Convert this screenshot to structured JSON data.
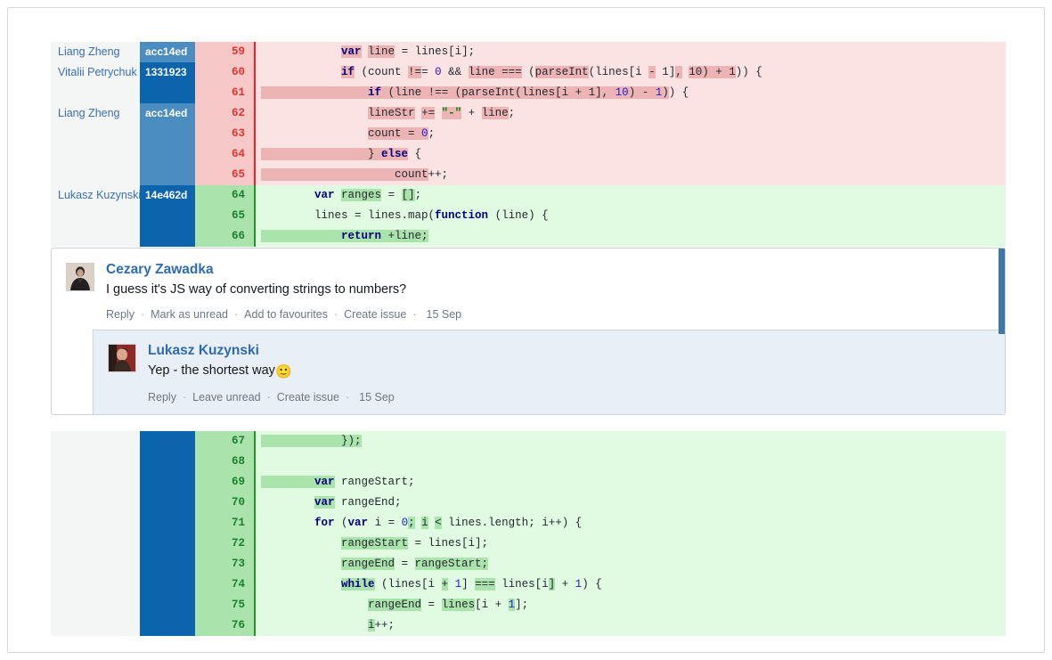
{
  "diff": {
    "top_block": {
      "rows": [
        {
          "kind": "del",
          "author": "Liang Zheng",
          "hash": "acc14ed",
          "hash_style": "alt",
          "num": "59",
          "code_parts": [
            {
              "t": "            ",
              "c": ""
            },
            {
              "t": "var",
              "c": "kw wd"
            },
            {
              "t": " ",
              "c": ""
            },
            {
              "t": "line",
              "c": "wd"
            },
            {
              "t": " = lines[i];",
              "c": ""
            }
          ]
        },
        {
          "kind": "del",
          "author": "Vitalii Petrychuk",
          "hash": "1331923",
          "hash_style": "main",
          "num": "60",
          "code_parts": [
            {
              "t": "            ",
              "c": ""
            },
            {
              "t": "if",
              "c": "kw wd"
            },
            {
              "t": " (count ",
              "c": ""
            },
            {
              "t": "!=",
              "c": "wd"
            },
            {
              "t": "= ",
              "c": ""
            },
            {
              "t": "0",
              "c": "num"
            },
            {
              "t": " && ",
              "c": ""
            },
            {
              "t": "line ",
              "c": "wd"
            },
            {
              "t": "===",
              "c": "wd"
            },
            {
              "t": " (",
              "c": ""
            },
            {
              "t": "parseInt",
              "c": "wd"
            },
            {
              "t": "(lines[i ",
              "c": ""
            },
            {
              "t": "-",
              "c": "wd"
            },
            {
              "t": " 1]",
              "c": ""
            },
            {
              "t": ",",
              "c": "wd"
            },
            {
              "t": " ",
              "c": ""
            },
            {
              "t": "10) + 1",
              "c": "wd"
            },
            {
              "t": ")) {",
              "c": ""
            }
          ]
        },
        {
          "kind": "del",
          "author": "",
          "hash": "",
          "hash_style": "main",
          "num": "61",
          "code_parts": [
            {
              "t": "    ",
              "c": "wd"
            },
            {
              "t": "            ",
              "c": "wd"
            },
            {
              "t": "if",
              "c": "kw wd"
            },
            {
              "t": " ",
              "c": "wd"
            },
            {
              "t": "(line ",
              "c": "wd"
            },
            {
              "t": "!==",
              "c": "wd"
            },
            {
              "t": " ",
              "c": "wd"
            },
            {
              "t": "(parseInt",
              "c": "wd"
            },
            {
              "t": "(lines[i ",
              "c": "wd"
            },
            {
              "t": "+",
              "c": "wd"
            },
            {
              "t": " 1], ",
              "c": "wd"
            },
            {
              "t": "10",
              "c": "num wd"
            },
            {
              "t": ") ",
              "c": "wd"
            },
            {
              "t": "-",
              "c": "wd"
            },
            {
              "t": " ",
              "c": "wd"
            },
            {
              "t": "1",
              "c": "num wd"
            },
            {
              "t": ")",
              "c": "wd"
            },
            {
              "t": ") {",
              "c": ""
            }
          ]
        },
        {
          "kind": "del",
          "author": "Liang Zheng",
          "hash": "acc14ed",
          "hash_style": "alt",
          "num": "62",
          "code_parts": [
            {
              "t": "                ",
              "c": ""
            },
            {
              "t": "lineStr",
              "c": "wd"
            },
            {
              "t": " ",
              "c": ""
            },
            {
              "t": "+=",
              "c": "wd"
            },
            {
              "t": " ",
              "c": ""
            },
            {
              "t": "\"-\"",
              "c": "str wd"
            },
            {
              "t": " + ",
              "c": ""
            },
            {
              "t": "line",
              "c": "wd"
            },
            {
              "t": ";",
              "c": ""
            }
          ]
        },
        {
          "kind": "del",
          "author": "",
          "hash": "",
          "hash_style": "alt",
          "num": "63",
          "code_parts": [
            {
              "t": "                ",
              "c": ""
            },
            {
              "t": "count = ",
              "c": "wd"
            },
            {
              "t": "0",
              "c": "num wd"
            },
            {
              "t": ";",
              "c": ""
            }
          ]
        },
        {
          "kind": "del",
          "author": "",
          "hash": "",
          "hash_style": "alt",
          "num": "64",
          "code_parts": [
            {
              "t": "            ",
              "c": "wd"
            },
            {
              "t": "    } ",
              "c": "wd"
            },
            {
              "t": "else",
              "c": "kw wd"
            },
            {
              "t": " {",
              "c": ""
            }
          ]
        },
        {
          "kind": "del",
          "author": "",
          "hash": "",
          "hash_style": "alt",
          "num": "65",
          "code_parts": [
            {
              "t": "                ",
              "c": "wd"
            },
            {
              "t": "    count",
              "c": "wd"
            },
            {
              "t": "++;",
              "c": ""
            }
          ]
        },
        {
          "kind": "add",
          "author": "Lukasz Kuzynski",
          "hash": "14e462d",
          "hash_style": "main",
          "num": "64",
          "code_parts": [
            {
              "t": "        ",
              "c": ""
            },
            {
              "t": "var",
              "c": "kw"
            },
            {
              "t": " ",
              "c": ""
            },
            {
              "t": "ranges",
              "c": "wa"
            },
            {
              "t": " = ",
              "c": ""
            },
            {
              "t": "[]",
              "c": "wa"
            },
            {
              "t": ";",
              "c": ""
            }
          ]
        },
        {
          "kind": "add",
          "author": "",
          "hash": "",
          "hash_style": "main",
          "num": "65",
          "code_parts": [
            {
              "t": "        ",
              "c": ""
            },
            {
              "t": "lines = lines.map(",
              "c": ""
            },
            {
              "t": "function",
              "c": "kw"
            },
            {
              "t": " (line) {",
              "c": ""
            }
          ]
        },
        {
          "kind": "add",
          "author": "",
          "hash": "",
          "hash_style": "main",
          "num": "66",
          "code_parts": [
            {
              "t": "            ",
              "c": "wa"
            },
            {
              "t": "return",
              "c": "kw wa"
            },
            {
              "t": " ",
              "c": "wa"
            },
            {
              "t": "+line;",
              "c": "wa"
            }
          ]
        }
      ]
    },
    "bottom_block": {
      "rows": [
        {
          "kind": "add",
          "author": "",
          "hash": "",
          "hash_style": "main",
          "num": "67",
          "code_parts": [
            {
              "t": "            ",
              "c": "wa"
            },
            {
              "t": "});",
              "c": "wa"
            }
          ]
        },
        {
          "kind": "add",
          "author": "",
          "hash": "",
          "hash_style": "main",
          "num": "68",
          "code_parts": [
            {
              "t": "",
              "c": ""
            }
          ]
        },
        {
          "kind": "add",
          "author": "",
          "hash": "",
          "hash_style": "main",
          "num": "69",
          "code_parts": [
            {
              "t": "        ",
              "c": "wa"
            },
            {
              "t": "var",
              "c": "kw wa"
            },
            {
              "t": " ",
              "c": ""
            },
            {
              "t": "rangeStart;",
              "c": ""
            }
          ]
        },
        {
          "kind": "add",
          "author": "",
          "hash": "",
          "hash_style": "main",
          "num": "70",
          "code_parts": [
            {
              "t": "        ",
              "c": ""
            },
            {
              "t": "var",
              "c": "kw wa"
            },
            {
              "t": " ",
              "c": ""
            },
            {
              "t": "rangeEnd;",
              "c": ""
            }
          ]
        },
        {
          "kind": "add",
          "author": "",
          "hash": "",
          "hash_style": "main",
          "num": "71",
          "code_parts": [
            {
              "t": "        ",
              "c": ""
            },
            {
              "t": "for",
              "c": "kw"
            },
            {
              "t": " (",
              "c": ""
            },
            {
              "t": "var",
              "c": "kw"
            },
            {
              "t": " i = ",
              "c": ""
            },
            {
              "t": "0",
              "c": "num"
            },
            {
              "t": ";",
              "c": "wa"
            },
            {
              "t": " ",
              "c": ""
            },
            {
              "t": "i",
              "c": "wa"
            },
            {
              "t": " ",
              "c": ""
            },
            {
              "t": "<",
              "c": "wa"
            },
            {
              "t": " lines.length; i++) {",
              "c": ""
            }
          ]
        },
        {
          "kind": "add",
          "author": "",
          "hash": "",
          "hash_style": "main",
          "num": "72",
          "code_parts": [
            {
              "t": "            ",
              "c": ""
            },
            {
              "t": "rangeStart",
              "c": "wa"
            },
            {
              "t": " = lines[i];",
              "c": ""
            }
          ]
        },
        {
          "kind": "add",
          "author": "",
          "hash": "",
          "hash_style": "main",
          "num": "73",
          "code_parts": [
            {
              "t": "            ",
              "c": ""
            },
            {
              "t": "rangeEnd",
              "c": "wa"
            },
            {
              "t": " = ",
              "c": ""
            },
            {
              "t": "rangeStart;",
              "c": "wa"
            }
          ]
        },
        {
          "kind": "add",
          "author": "",
          "hash": "",
          "hash_style": "main",
          "num": "74",
          "code_parts": [
            {
              "t": "            ",
              "c": ""
            },
            {
              "t": "while",
              "c": "kw wa"
            },
            {
              "t": " (lines[i ",
              "c": ""
            },
            {
              "t": "+",
              "c": "wa"
            },
            {
              "t": " ",
              "c": ""
            },
            {
              "t": "1",
              "c": "num"
            },
            {
              "t": "] ",
              "c": ""
            },
            {
              "t": "===",
              "c": "wa"
            },
            {
              "t": " lines[i",
              "c": ""
            },
            {
              "t": "]",
              "c": "wa"
            },
            {
              "t": " + ",
              "c": ""
            },
            {
              "t": "1",
              "c": "num"
            },
            {
              "t": ") {",
              "c": ""
            }
          ]
        },
        {
          "kind": "add",
          "author": "",
          "hash": "",
          "hash_style": "main",
          "num": "75",
          "code_parts": [
            {
              "t": "                ",
              "c": ""
            },
            {
              "t": "rangeEnd",
              "c": "wa"
            },
            {
              "t": " = ",
              "c": ""
            },
            {
              "t": "lines",
              "c": "wa"
            },
            {
              "t": "[i + ",
              "c": ""
            },
            {
              "t": "1",
              "c": "num wa"
            },
            {
              "t": "];",
              "c": ""
            }
          ]
        },
        {
          "kind": "add",
          "author": "",
          "hash": "",
          "hash_style": "main",
          "num": "76",
          "code_parts": [
            {
              "t": "                ",
              "c": ""
            },
            {
              "t": "i",
              "c": "wa"
            },
            {
              "t": "++;",
              "c": ""
            }
          ]
        }
      ]
    }
  },
  "comments": {
    "root": {
      "author": "Cezary Zawadka",
      "text": "I guess it's JS way of converting strings to numbers?",
      "actions": [
        "Reply",
        "Mark as unread",
        "Add to favourites",
        "Create issue"
      ],
      "timestamp": "15 Sep",
      "accent_color": "#3c78aa"
    },
    "reply": {
      "author": "Lukasz Kuzynski",
      "text": "Yep - the shortest way",
      "emoji": "🙂",
      "actions": [
        "Reply",
        "Leave unread",
        "Create issue"
      ],
      "timestamp": "15 Sep"
    }
  },
  "colors": {
    "deleted_bg": "#fce3e3",
    "deleted_gutter": "#f7c8c8",
    "added_bg": "#e0fbe1",
    "added_gutter": "#abe3ac",
    "hash_blue": "#0c64ad",
    "hash_blue_alt": "#4b8dc0",
    "author_link": "#3a70b5"
  }
}
